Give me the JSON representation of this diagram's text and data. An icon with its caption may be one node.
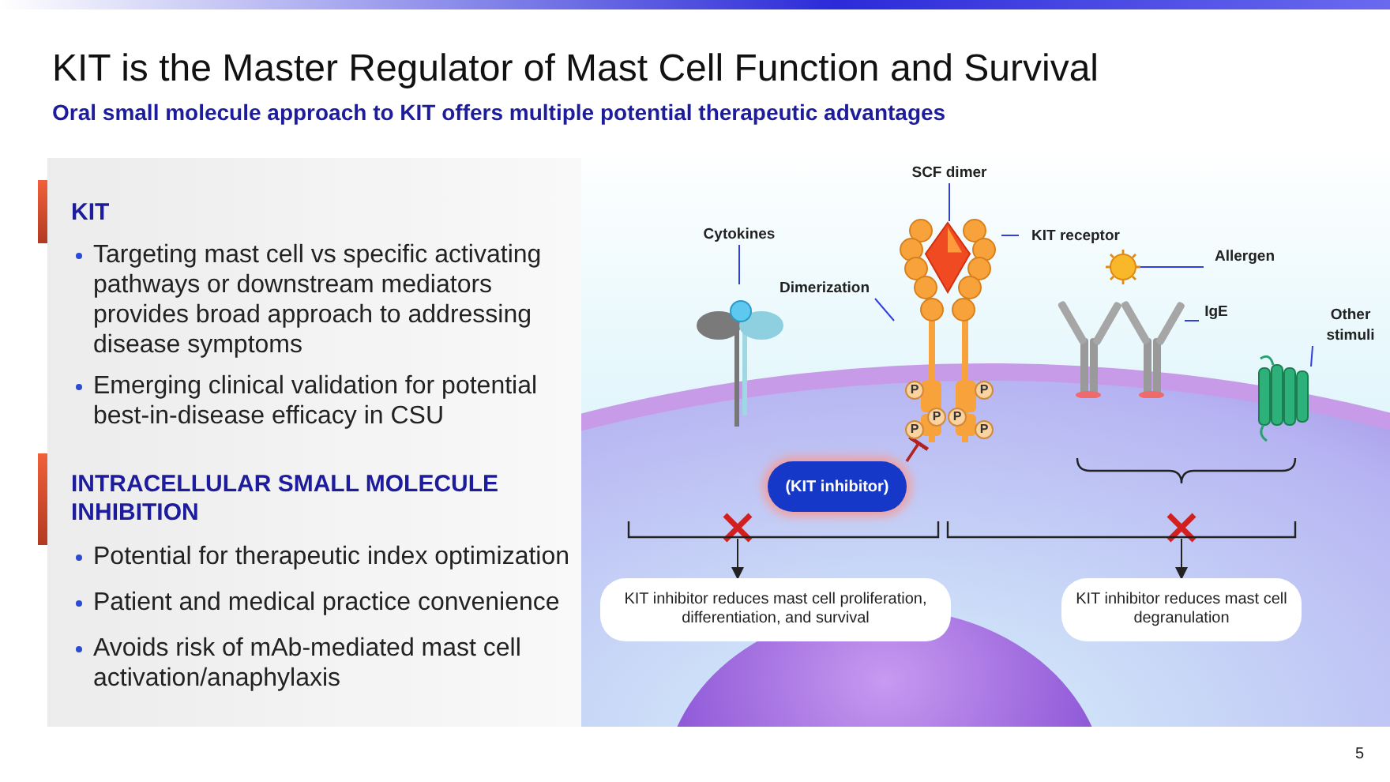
{
  "diagram": {
    "title": "KIT is the Master Regulator of Mast Cell Function and Survival",
    "nodes": [
      {
        "text": [
          "SCF dimer"
        ]
      },
      {
        "text": [],
        "shape": "diamond",
        "in": 3
      },
      {
        "text": [
          "KIT receptor"
        ]
      },
      {
        "text": [],
        "shape": "picture"
      },
      {
        "text": [
          "Cytokines"
        ]
      },
      {
        "text": [],
        "shape": "picture"
      },
      {
        "text": [
          "Dimerization"
        ]
      },
      {
        "text": [
          "Allergen"
        ]
      },
      {
        "text": [],
        "shape": "circle"
      },
      {
        "text": [
          "IgE"
        ]
      },
      {
        "text": [],
        "shape": "picture"
      },
      {
        "text": [
          "Other stimuli"
        ]
      },
      {
        "text": [],
        "shape": "picture"
      },
      {
        "text": [
          "(KIT inhibitor)"
        ]
      },
      {
        "text": [
          "KIT inhibitor reduces mast cell proliferation, differentiation, and survival"
        ]
      },
      {
        "text": [
          "KIT inhibitor reduces mast cell degranulation"
        ]
      },
      {
        "text": [],
        "shape": "bracket"
      },
      {
        "text": [],
        "shape": "bracket"
      }
    ],
    "edges": [
      {
        "from": 0,
        "to": 1,
        "arrow": "none"
      },
      {
        "from": 2,
        "to": 3,
        "arrow": "none"
      },
      {
        "from": 4,
        "to": 5,
        "arrow": "none"
      },
      {
        "from": 6,
        "to": 3,
        "arrow": "none"
      },
      {
        "from": 7,
        "to": 8,
        "arrow": "none"
      },
      {
        "from": 9,
        "to": 10,
        "arrow": "none"
      },
      {
        "from": 11,
        "to": 12,
        "arrow": "none"
      },
      {
        "from": 13,
        "to": 3,
        "arrow": "other",
        "color": "#b22222"
      },
      {
        "from": 16,
        "to": 14,
        "arrow": "to",
        "color": "#222222"
      },
      {
        "from": 17,
        "to": 15,
        "arrow": "to",
        "color": "#222222"
      }
    ],
    "labels": [
      "Oral small molecule approach to KIT offers multiple potential therapeutic advantages",
      "KIT",
      "Targeting mast cell vs specific activating pathways or downstream mediators provides broad approach to addressing disease symptoms",
      "Emerging clinical validation for potential best-in-disease efficacy in CSU",
      "INTRACELLULAR SMALL MOLECULE INHIBITION",
      "Potential for therapeutic index optimization",
      "Patient and medical practice convenience",
      "Avoids risk of mAb-mediated mast cell activation/anaphylaxis",
      "P",
      "P",
      "P",
      "P",
      "P",
      "P",
      "5"
    ]
  }
}
